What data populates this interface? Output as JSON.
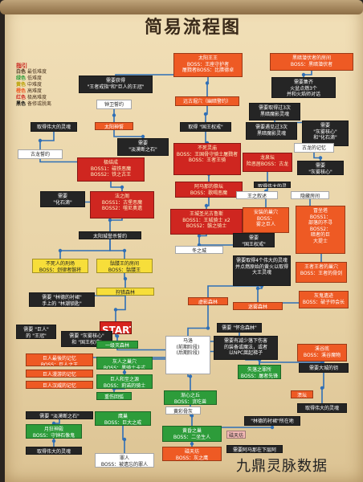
{
  "title": "简易流程图",
  "legend": {
    "title": "指引",
    "rows": [
      {
        "color": "白色",
        "meaning": "最低难度",
        "hex": "#ffffff"
      },
      {
        "color": "绿色",
        "meaning": "低难度",
        "hex": "#2d9c3a"
      },
      {
        "color": "黄色",
        "meaning": "中难度",
        "hex": "#f7de3a"
      },
      {
        "color": "橙色",
        "meaning": "高难度",
        "hex": "#ee5a24"
      },
      {
        "color": "红色",
        "meaning": "极高难度",
        "hex": "#cf2620"
      },
      {
        "color": "黑色",
        "meaning": "备修或脱离",
        "hex": "#252525"
      }
    ]
  },
  "colors": {
    "connector": "#2f6fb6",
    "dark": "#252525",
    "red": "#cf2620",
    "orange": "#ee5a24",
    "yellow": "#f7de3a",
    "green": "#2d9c3a",
    "white": "#ffffff"
  },
  "nodes": [
    {
      "id": "sun_king",
      "style": "orange",
      "text": "太阳王王\nBOSS：王座守护者\n屠戮者BOSS：比腊德卓"
    },
    {
      "id": "get_giant_crown",
      "style": "dark",
      "text": "需要获得\n\"王者戒指\"和\"巨人的王冠\""
    },
    {
      "id": "top_right_1",
      "style": "orange",
      "text": "黑暗潜伏者的房间\nBOSS：黑暗潜伏者"
    },
    {
      "id": "top_right_2",
      "style": "dark",
      "text": "需要集齐\n火盆点燃3个\n并和火焰师对话"
    },
    {
      "id": "guard_pledge",
      "style": "white",
      "text": "钟卫誓约"
    },
    {
      "id": "sun_pledge",
      "style": "orange",
      "text": "太阳神誓"
    },
    {
      "id": "dark_path",
      "style": "orange",
      "text": "远古堀穴（幽暗警约）"
    },
    {
      "id": "dark_path2",
      "style": "dark",
      "text": "需要取得过3次\n黑暗魔影灵魂"
    },
    {
      "id": "earn_soul",
      "style": "dark",
      "text": "取得伟大的灵魂"
    },
    {
      "id": "shallow_ash",
      "style": "dark",
      "text": "需要\n\"淡漠断之石\""
    },
    {
      "id": "pursue_king",
      "style": "dark",
      "text": "取得 \"国王权戒\""
    },
    {
      "id": "gray_core",
      "style": "dark",
      "text": "需要\n\"灰雾核心\"\n和\"化石滴\""
    },
    {
      "id": "ice_core",
      "style": "dark",
      "text": "需要遇见过3次\n黑暗魔影灵魂"
    },
    {
      "id": "old_grey",
      "style": "white",
      "text": "古龙的记忆"
    },
    {
      "id": "boss_chain",
      "style": "red",
      "text": "极结成\nBOSS1：磁铁恶魔\nBOSS2：铁之古王"
    },
    {
      "id": "undead",
      "style": "red",
      "text": "不死灵庙\nBOSS：王国骨守骑士屠戮者\nBOSS：王者王骑"
    },
    {
      "id": "dragon_shrine",
      "style": "red",
      "text": "龙泉坛\n险恶居BOSS：古龙"
    },
    {
      "id": "need_core2",
      "style": "dark",
      "text": "需要\n\"灰雾核心\""
    },
    {
      "id": "old_pledge",
      "style": "white",
      "text": "古龙誓约"
    },
    {
      "id": "need_stone",
      "style": "dark",
      "text": "需要\n\"化石滴\""
    },
    {
      "id": "dark_lord",
      "style": "red",
      "text": "法之阁\nBOSS1：古堡恶魔\nBOSS2：噬尼奥遗"
    },
    {
      "id": "twin_dragon",
      "style": "red",
      "text": "阿马那的祭坛\nBOSS：歌喝恶魔"
    },
    {
      "id": "stone_gate",
      "style": "white",
      "text": "王之叙述"
    },
    {
      "id": "hidden_room",
      "style": "white",
      "text": "隐藏房间"
    },
    {
      "id": "sun_aid",
      "style": "dark",
      "text": "太阳城誉杀誓约"
    },
    {
      "id": "prince",
      "style": "red",
      "text": "王城圣光古鲁斯\nBOSS1：王城骑士 x2\nBOSS2：骸之骑士"
    },
    {
      "id": "smelter",
      "style": "orange",
      "text": "冒坐塔\nBOSS1：\n部落的不寻\nBOSS2：\n暗者的巨\n大提士"
    },
    {
      "id": "smelter_room",
      "style": "orange",
      "text": "安装的巢穴\nBOSS：\n雾之巨人"
    },
    {
      "id": "get_king",
      "style": "dark",
      "text": "取得伟大的灵魂"
    },
    {
      "id": "need_giant",
      "style": "dark",
      "text": "需要\n\"国王权戒\""
    },
    {
      "id": "winter",
      "style": "white",
      "text": "冬之城"
    },
    {
      "id": "not_dead",
      "style": "yellow",
      "text": "不死人的刑场\nBOSS：刽律者骸将"
    },
    {
      "id": "grave_room",
      "style": "yellow",
      "text": "骷髅王的房间\nBOSS：骷髅王"
    },
    {
      "id": "need_4",
      "style": "dark",
      "text": "需要取得4个伟大的灵魂\n并点燃原始的黄火以取得\n大王灵魂"
    },
    {
      "id": "bone_king",
      "style": "orange",
      "text": "王者王者的巢穴\nBOSS：王者的骨剑"
    },
    {
      "id": "ruler_forest",
      "style": "yellow",
      "text": "狩猎森林"
    },
    {
      "id": "need_orange",
      "style": "dark",
      "text": "需要 \"林德的衬裙\"\n手上的 \"林潮锁匙\""
    },
    {
      "id": "deep_forest",
      "style": "orange",
      "text": "虚影森林"
    },
    {
      "id": "return_forest",
      "style": "orange",
      "text": "迷雾森林"
    },
    {
      "id": "cutlass",
      "style": "orange",
      "text": "灰鬼遗迹\nBOSS：破子师会长"
    },
    {
      "id": "start",
      "style": "start",
      "text": "START"
    },
    {
      "id": "need_giant2",
      "style": "dark",
      "text": "需要 \"巨人\"\n的 \"王冠\""
    },
    {
      "id": "need_king2",
      "style": "dark",
      "text": "需要 \"灰雾核心\"\n和 \"国王权戒\""
    },
    {
      "id": "first_forest",
      "style": "green",
      "text": "一级灭森林"
    },
    {
      "id": "need_key",
      "style": "dark",
      "text": "需要 \"怀念森林\""
    },
    {
      "id": "majula",
      "style": "white",
      "text": "马洛\n(前期阶段)\n(后期阶段)"
    },
    {
      "id": "giant_mem",
      "style": "orange",
      "text": "巨人最後的记忆\nBOSS：巨人之王"
    },
    {
      "id": "giant_mem2",
      "style": "orange",
      "text": "巨人漫游的记忆"
    },
    {
      "id": "giant_mem3",
      "style": "orange",
      "text": "巨人汉威的记忆"
    },
    {
      "id": "need_orb",
      "style": "dark",
      "text": "需要有减少落下伤害\n的装备或魔法，或者\n以NPC腐起梯子"
    },
    {
      "id": "lost_sin",
      "style": "green",
      "text": "失落之罪所\nBOSS：屠者先锋"
    },
    {
      "id": "death_king",
      "style": "orange",
      "text": "溪谷底\nBOSS：溪谷魔物"
    },
    {
      "id": "sky_peace",
      "style": "green",
      "text": "灰人之巢穴\nBOSS：黑骑士卡式"
    },
    {
      "id": "lost_forest",
      "style": "green",
      "text": "巨人和至之源\nBOSS：莉诺的骑士"
    },
    {
      "id": "need_fall",
      "style": "dark",
      "text": "需要大城的钥"
    },
    {
      "id": "falling",
      "style": "orange",
      "text": "溃坛"
    },
    {
      "id": "quarry",
      "style": "dark",
      "text": "取得伟大的灵魂"
    },
    {
      "id": "waste",
      "style": "green",
      "text": "重伤回弧"
    },
    {
      "id": "need_lib",
      "style": "dark",
      "text": "需要 \"淡漠断之石\""
    },
    {
      "id": "ash_hall",
      "style": "green",
      "text": "渐心之丘\nBOSS：贪吃兽"
    },
    {
      "id": "lib_room",
      "style": "green",
      "text": "鹰巢\nBOSS：巨大之戒"
    },
    {
      "id": "shrine",
      "style": "white",
      "text": "黄彩骨灰"
    },
    {
      "id": "sinner",
      "style": "green",
      "text": "黄昏之巢\nBOSS：二坐生人"
    },
    {
      "id": "need_rose",
      "style": "dark",
      "text": "\"林德的衬裙\"所在地"
    },
    {
      "id": "moon_pledge",
      "style": "green",
      "text": "月狂神殿\nBOSS：守钟石像鬼"
    },
    {
      "id": "gutter",
      "style": "dark",
      "text": "取得伟大的灵魂"
    },
    {
      "id": "earthen",
      "style": "white",
      "text": "罪人\nBOSS：被遗忘的罪人"
    },
    {
      "id": "iron_keep",
      "style": "orange",
      "text": "磁天坊\nBOSS：灰之鹰"
    },
    {
      "id": "need_stair",
      "style": "dark",
      "text": "需要阿马那在下层阿"
    },
    {
      "id": "ant_dark",
      "style": "pink",
      "text": "磁天坊"
    }
  ],
  "watermark": "九鼎灵脉数据"
}
